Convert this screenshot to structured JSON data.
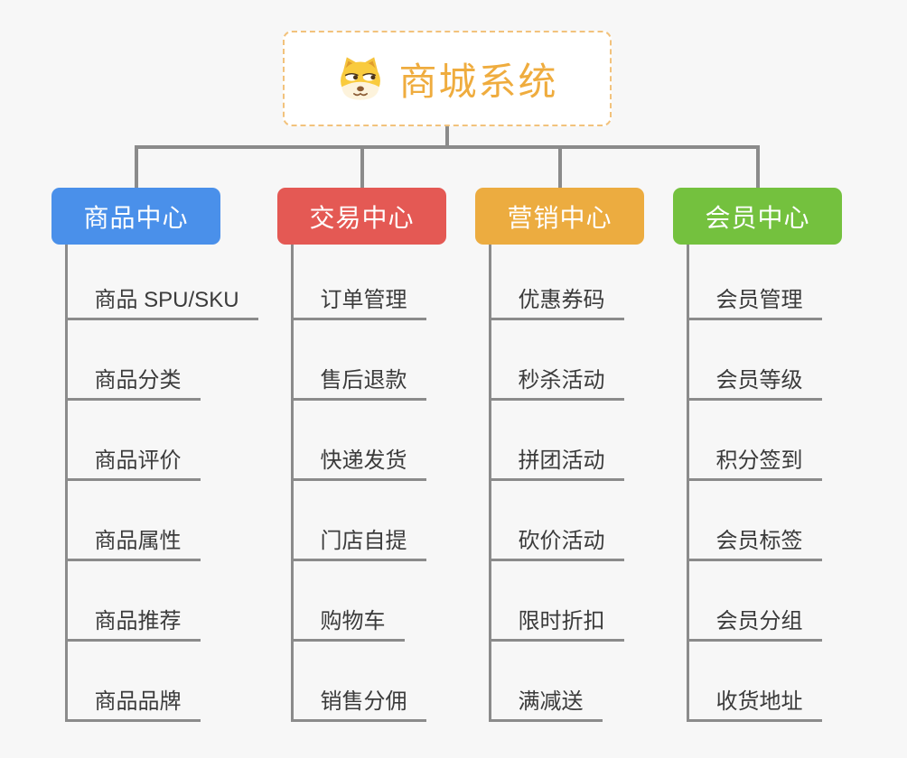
{
  "page": {
    "background": "#f7f7f7"
  },
  "root": {
    "title": "商城系统",
    "title_color": "#efac3e",
    "border_color": "#f2c27c",
    "background": "#ffffff",
    "icon": "doge-face"
  },
  "lines": {
    "color": "#8b8b8b"
  },
  "branches": [
    {
      "label": "商品中心",
      "color": "#4a90ea",
      "children": [
        "商品 SPU/SKU",
        "商品分类",
        "商品评价",
        "商品属性",
        "商品推荐",
        "商品品牌"
      ]
    },
    {
      "label": "交易中心",
      "color": "#e45954",
      "children": [
        "订单管理",
        "售后退款",
        "快递发货",
        "门店自提",
        "购物车",
        "销售分佣"
      ]
    },
    {
      "label": "营销中心",
      "color": "#ecac40",
      "children": [
        "优惠券码",
        "秒杀活动",
        "拼团活动",
        "砍价活动",
        "限时折扣",
        "满减送"
      ]
    },
    {
      "label": "会员中心",
      "color": "#74c13e",
      "children": [
        "会员管理",
        "会员等级",
        "积分签到",
        "会员标签",
        "会员分组",
        "收货地址"
      ]
    }
  ]
}
